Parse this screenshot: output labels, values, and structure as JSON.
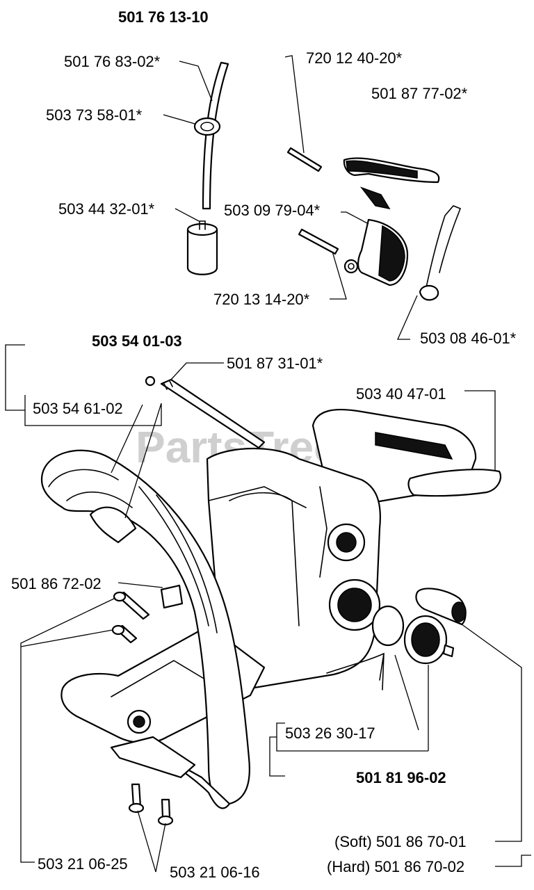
{
  "watermark": "PartsTree",
  "group_labels": {
    "fuel_assembly": "501 76 13-10",
    "handle_assembly": "503 54 01-03",
    "chain_catcher_assembly": "501 81 96-02"
  },
  "part_labels": {
    "p1": "501 76 83-02*",
    "p2": "503 73 58-01*",
    "p3": "503 44 32-01*",
    "p4": "720 12 40-20*",
    "p5": "501 87 77-02*",
    "p6": "503 09 79-04*",
    "p7": "720 13 14-20*",
    "p8": "503 08 46-01*",
    "p9": "501 87 31-01*",
    "p10": "503 54 61-02",
    "p11": "503 40 47-01",
    "p12": "501 86 72-02",
    "p13": "503 26 30-17",
    "p14": "(Soft) 501 86 70-01",
    "p15": "(Hard) 501 86 70-02",
    "p16": "503 21 06-25",
    "p17": "503 21 06-16"
  }
}
